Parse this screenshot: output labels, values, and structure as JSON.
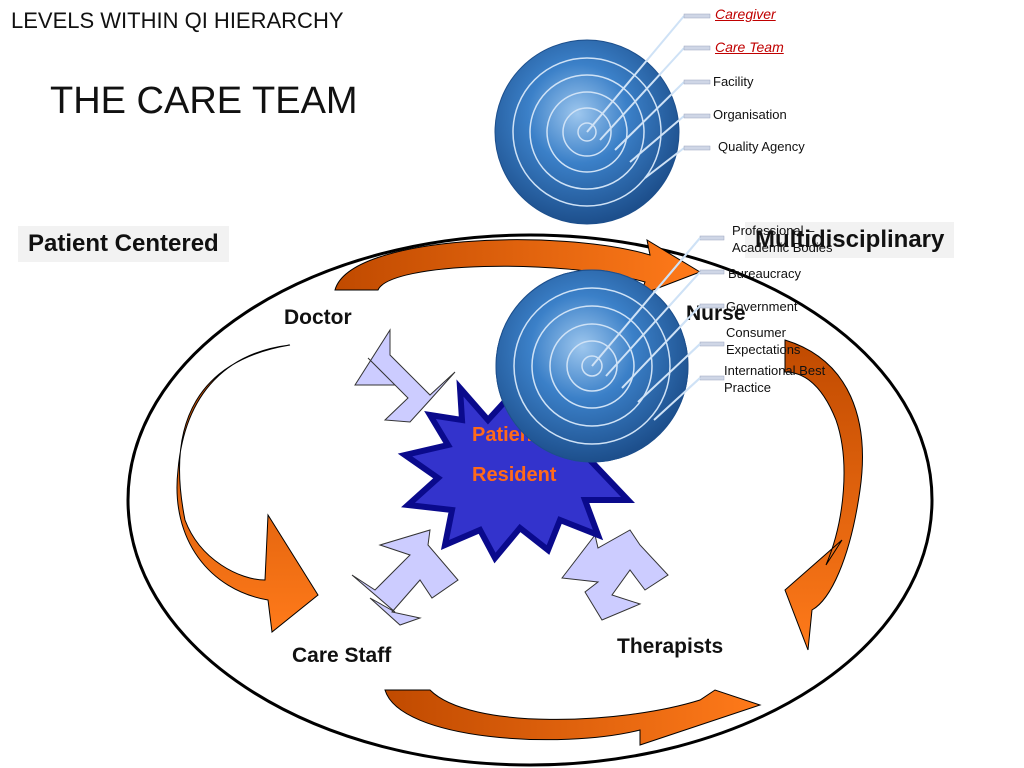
{
  "header": {
    "subtitle": "LEVELS WITHIN QI HIERARCHY",
    "title": "THE CARE TEAM"
  },
  "labels": {
    "left_box": "Patient Centered",
    "right_box": "Multidisciplinary"
  },
  "roles": {
    "doctor": "Doctor",
    "nurse": "Nurse",
    "care_staff": "Care Staff",
    "therapists": "Therapists"
  },
  "center": {
    "line1": "Patient",
    "line2": "Resident"
  },
  "target_top": {
    "items": [
      "Caregiver",
      "Care Team",
      "Facility",
      "Organisation",
      "Quality Agency"
    ]
  },
  "target_mid": {
    "items": [
      {
        "line1": "Professional   –",
        "line2": "Academic Bodies"
      },
      {
        "line1": "Bureaucracy",
        "line2": ""
      },
      {
        "line1": "Government",
        "line2": ""
      },
      {
        "line1": "Consumer",
        "line2": "Expectations"
      },
      {
        "line1": "International Best",
        "line2": "Practice"
      }
    ]
  },
  "colors": {
    "orange": "#ff6a00",
    "dark_orange": "#c04a00",
    "arrow_fill": "#ccccff",
    "star_fill": "#3333cc",
    "star_border": "#0a0a8c",
    "target_blue": "#2f6fb5"
  }
}
